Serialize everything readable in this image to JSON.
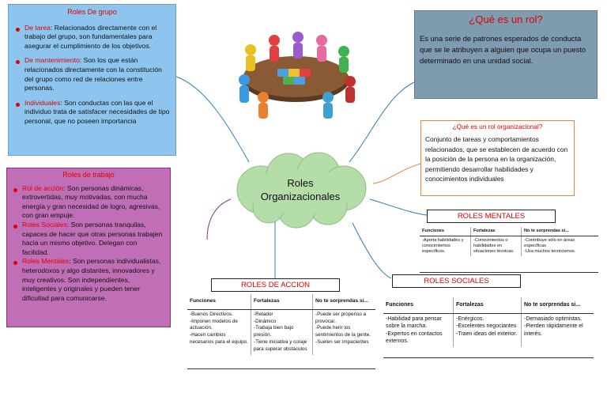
{
  "grupo": {
    "title": "Roles De grupo",
    "items": [
      {
        "term": "De tarea",
        "text": ": Relacionados directamente con el trabajo del grupo, son fundamentales para asegurar el cumplimiento de los objetivos."
      },
      {
        "term": "De mantenimiento",
        "text": ": Son los que están relacionados directamente con la constitución del grupo como red de relaciones entre personas."
      },
      {
        "term": "Individuales",
        "text": ": Son conductas con las que el individuo trata de satisfacer necesidades de tipo personal, que no poseen importancia"
      }
    ]
  },
  "trabajo": {
    "title": "Roles de trabajo",
    "items": [
      {
        "term": "Rol de acción",
        "text": ": Son personas dinámicas, extrovertidas, muy motivadas, con mucha energía y gran necesidad de logro, agresivas, con gran empuje."
      },
      {
        "term": "Roles Sociales",
        "text": ": Son personas tranquilas, capaces de hacer que otras personas trabajen hacia un mismo objetivo. Delegan con facilidad."
      },
      {
        "term": "Roles Mentales",
        "text": ": Son personas individualistas, heterodoxos y algo distantes, innovadores y muy creativos. Son independientes, inteligentes y originales y pueden tener dificultad para comunicarse."
      }
    ]
  },
  "center": {
    "line1": "Roles",
    "line2": "Organizacionales"
  },
  "que_es": {
    "title": "¿Qué es un rol?",
    "text": "Es una serie de patrones esperados de conducta que se le atribuyen a alguien que ocupa un puesto determinado en una unidad social."
  },
  "organizacional": {
    "title": "¿Qué es un rol organizacional?",
    "text": "Conjunto de tareas y comportamientos relacionados, que se establecen de acuerdo con la posición de la persona en la organización, permitiendo desarrollar habilidades y conocimientos individuales"
  },
  "mentales": {
    "title": "ROLES MENTALES",
    "headers": [
      "Funciones",
      "Fortalezas",
      "No te sorprendas si..."
    ],
    "cells": [
      "-Aporta habilidades y conocimientos específicos.",
      "-Conocimientos o habilidades en situaciones técnicas.",
      "-Contribuye sólo en áreas específicas\n-Usa muchos tecnicismos."
    ]
  },
  "accion": {
    "title": "ROLES DE ACCION",
    "headers": [
      "Funciones",
      "Fortalezas",
      "No te sorprendas si..."
    ],
    "cells": [
      "-Buenos Directivos.\n-Imponen modelos de actuación.\n-Hacen cambios necesarios para el equipo.",
      "-Retador\n-Dinámico\n-Trabaja bien bajo presión.\n-Tiene iniciativa y coraje para superar obstáculos",
      "-Puede ser propenso a provocar.\n-Puede herir los sentimientos de la gente.\n-Suelen ser impacientes"
    ]
  },
  "sociales": {
    "title": "ROLES SOCIALES",
    "headers": [
      "Funciones",
      "Fortalezas",
      "No te sorprendas si..."
    ],
    "cells": [
      "-Habilidad para pensar sobre la marcha.\n-Expertos en contactos externos.",
      "-Enérgicos.\n-Excelentes negociantes\n-Traen ideas del exterior.",
      "-Demasiado optimistas.\n-Pierden rápidamente el interés."
    ]
  },
  "colors": {
    "grupo_bg": "#8ec5ef",
    "trabajo_bg": "#c06fb6",
    "que_es_bg": "#7f9bb0",
    "org_border": "#f08040",
    "cloud": "#b5ddaa",
    "accent_red": "#e00000"
  }
}
